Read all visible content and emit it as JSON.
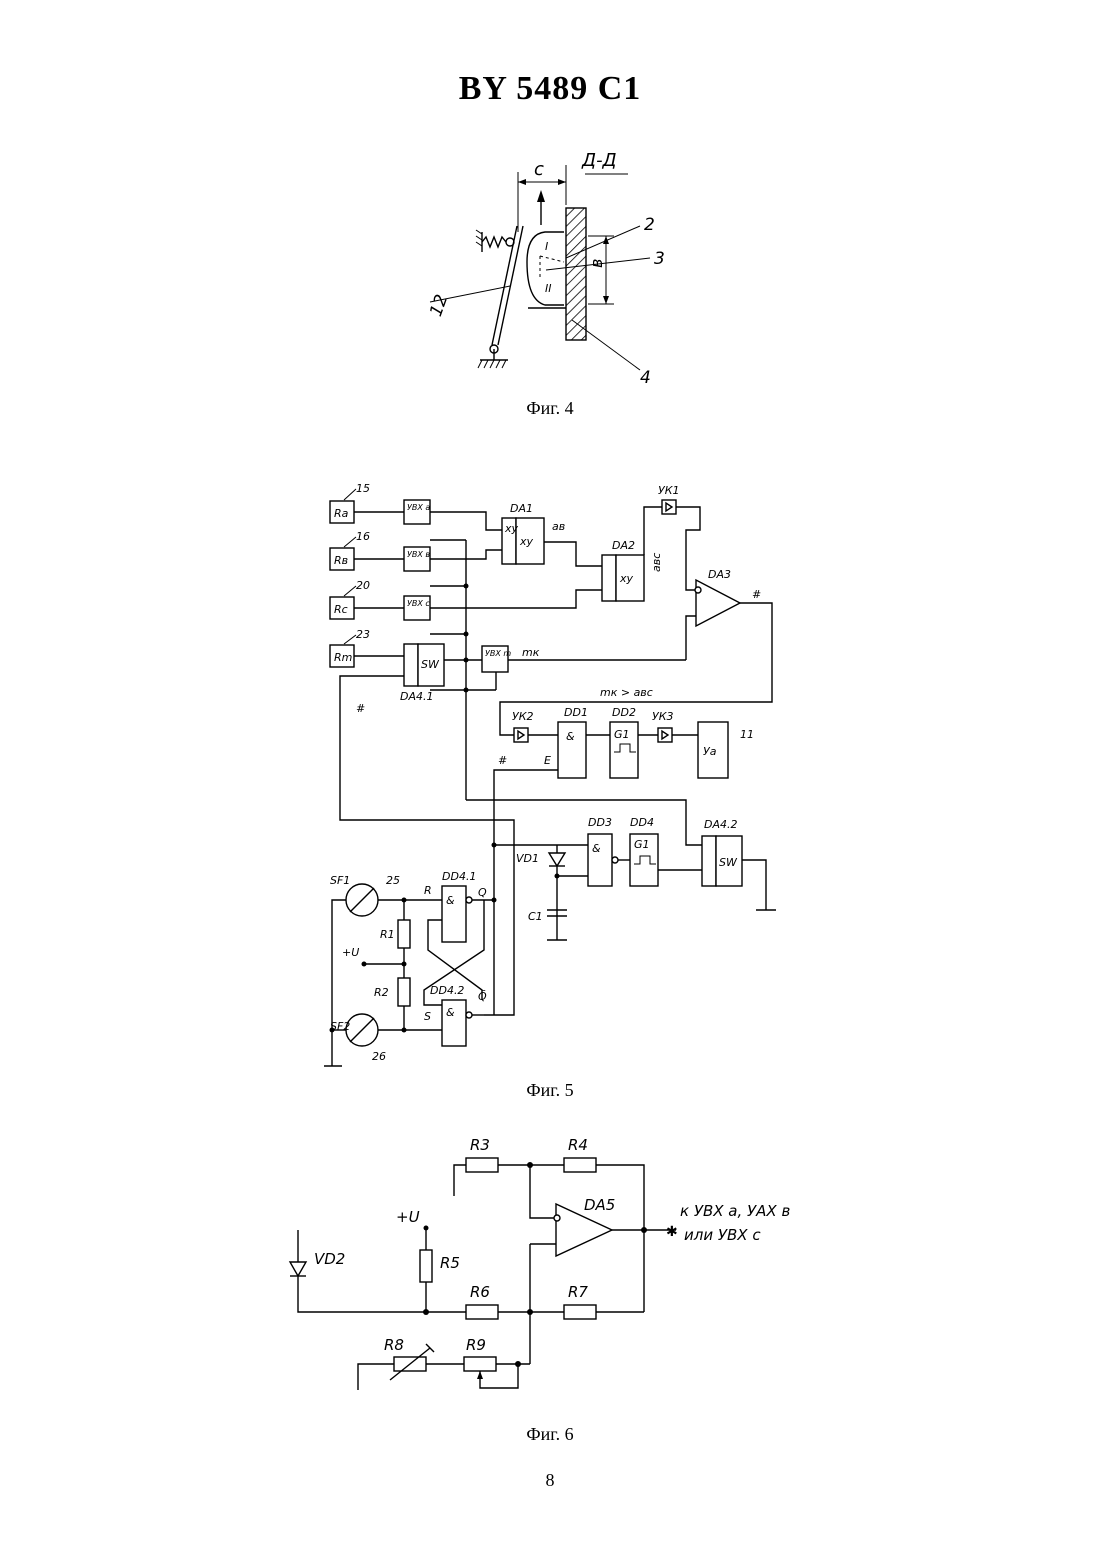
{
  "header": {
    "doc_number": "BY 5489 C1"
  },
  "figures": [
    {
      "caption": "Фиг. 4",
      "labels": {
        "section": "Д-Д",
        "dim_c": "с",
        "dim_b": "в",
        "ref_2": "2",
        "ref_3": "3",
        "ref_4": "4",
        "ref_12": "12",
        "zone_1": "I",
        "zone_2": "II"
      }
    },
    {
      "caption": "Фиг. 5",
      "labels": {
        "sensor_15": "15",
        "sensor_16": "16",
        "sensor_20": "20",
        "sensor_23": "23",
        "rq_a": "Rа",
        "rq_b": "Rв",
        "rq_c": "Rс",
        "rq_m": "Rm",
        "uvx_a": "УВХ а",
        "uvx_b": "УВХ в",
        "uvx_c": "УВХ с",
        "uvx_m": "УВХ m",
        "da1": "DA1",
        "da2": "DA2",
        "da3": "DA3",
        "xy": "xy",
        "ab": "ав",
        "abc": "авс",
        "mk": "mк",
        "mk_gt_abc": "mк > авс",
        "uk1": "УК1",
        "uk2": "УК2",
        "uk3": "УК3",
        "dd1": "DD1",
        "dd2": "DD2",
        "dd3": "DD3",
        "dd4": "DD4",
        "dd41": "DD4.1",
        "dd42": "DD4.2",
        "da41": "DA4.1",
        "da42": "DA4.2",
        "sw": "SW",
        "g1": "G1",
        "ua": "Уа",
        "ref_11": "11",
        "sf1": "SF1",
        "sf2": "SF2",
        "ref_25": "25",
        "ref_26": "26",
        "r1": "R1",
        "r2": "R2",
        "plus_u": "+U",
        "vd1": "VD1",
        "c1": "C1",
        "and": "&",
        "R": "R",
        "S": "S",
        "Q": "Q",
        "Qbar": "Q̄",
        "E": "E",
        "hash": "#"
      }
    },
    {
      "caption": "Фиг. 6",
      "labels": {
        "r3": "R3",
        "r4": "R4",
        "r5": "R5",
        "r6": "R6",
        "r7": "R7",
        "r8": "R8",
        "r9": "R9",
        "da5": "DA5",
        "vd2": "VD2",
        "plus_u": "+U",
        "out_1": "к УВХ а, УАХ в",
        "out_2": "или УВХ с"
      }
    }
  ],
  "page_number": "8"
}
